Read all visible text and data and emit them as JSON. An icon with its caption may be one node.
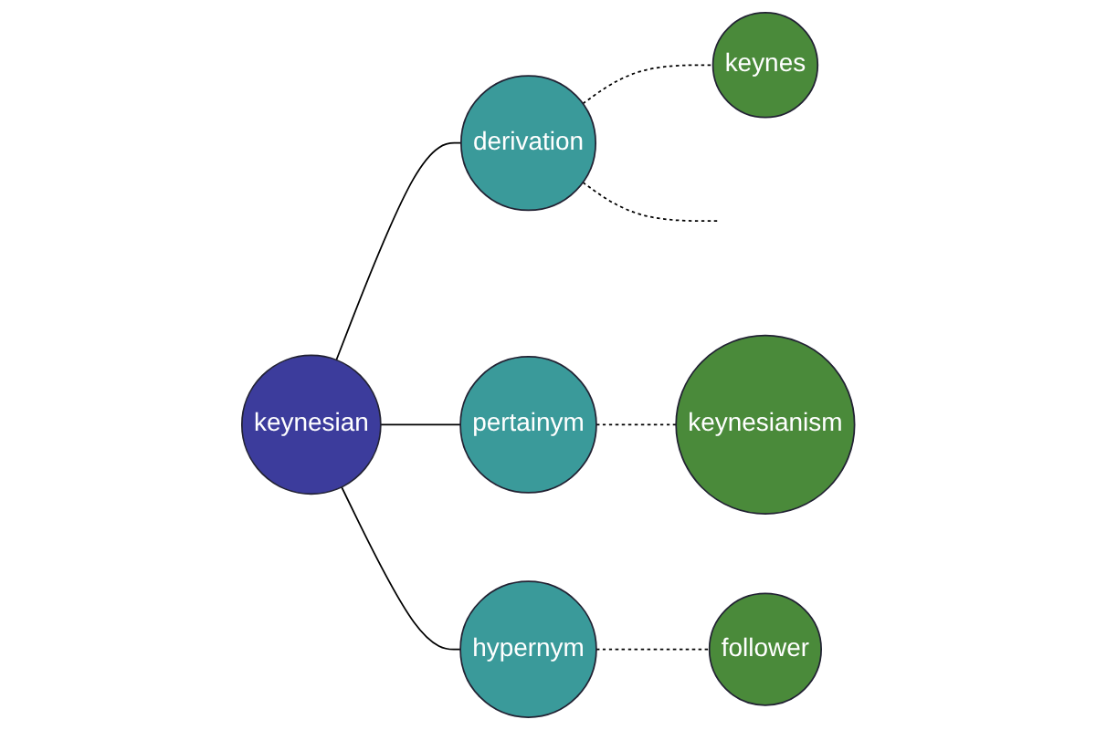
{
  "diagram": {
    "nodes": [
      {
        "text": [
          "keynesianism"
        ]
      },
      {
        "text": [
          "keynes"
        ]
      },
      {
        "text": [
          "derivation"
        ]
      },
      {
        "text": [
          "pertainym"
        ]
      },
      {
        "text": [
          "keynesian"
        ]
      },
      {
        "text": [
          "follower"
        ]
      },
      {
        "text": [
          "hypernym"
        ]
      }
    ],
    "edges": [
      {
        "from": 4,
        "to": 2,
        "arrow": "none"
      },
      {
        "from": 4,
        "to": 3,
        "arrow": "none"
      },
      {
        "from": 4,
        "to": 6,
        "arrow": "none"
      },
      {
        "from": 2,
        "to": 1,
        "arrow": "none",
        "style": "dashed"
      },
      {
        "from": 3,
        "to": 0,
        "arrow": "none",
        "style": "dashed"
      },
      {
        "from": 6,
        "to": 5,
        "arrow": "none",
        "style": "dashed"
      },
      {
        "from": 2,
        "to": null,
        "arrow": "none",
        "style": "dashed"
      }
    ]
  }
}
